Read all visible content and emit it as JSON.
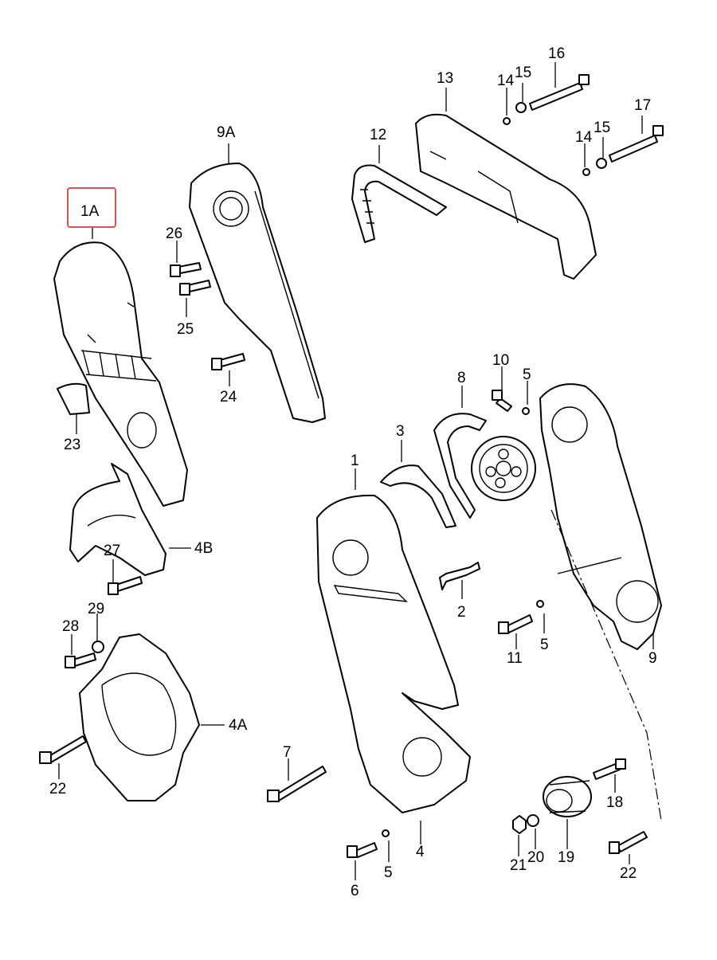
{
  "highlight": {
    "label": "1A",
    "color": "#d9534f"
  },
  "callouts": {
    "c1": "1",
    "c1A": "1A",
    "c2": "2",
    "c3": "3",
    "c4": "4",
    "c4A": "4A",
    "c4B": "4B",
    "c5a": "5",
    "c5b": "5",
    "c5c": "5",
    "c6": "6",
    "c7": "7",
    "c8": "8",
    "c9": "9",
    "c9A": "9A",
    "c10": "10",
    "c11": "11",
    "c12": "12",
    "c13": "13",
    "c14a": "14",
    "c14b": "14",
    "c15a": "15",
    "c15b": "15",
    "c16": "16",
    "c17": "17",
    "c18": "18",
    "c19": "19",
    "c20": "20",
    "c21": "21",
    "c22a": "22",
    "c22b": "22",
    "c23": "23",
    "c24": "24",
    "c25": "25",
    "c26": "26",
    "c27": "27",
    "c28": "28",
    "c29": "29"
  }
}
